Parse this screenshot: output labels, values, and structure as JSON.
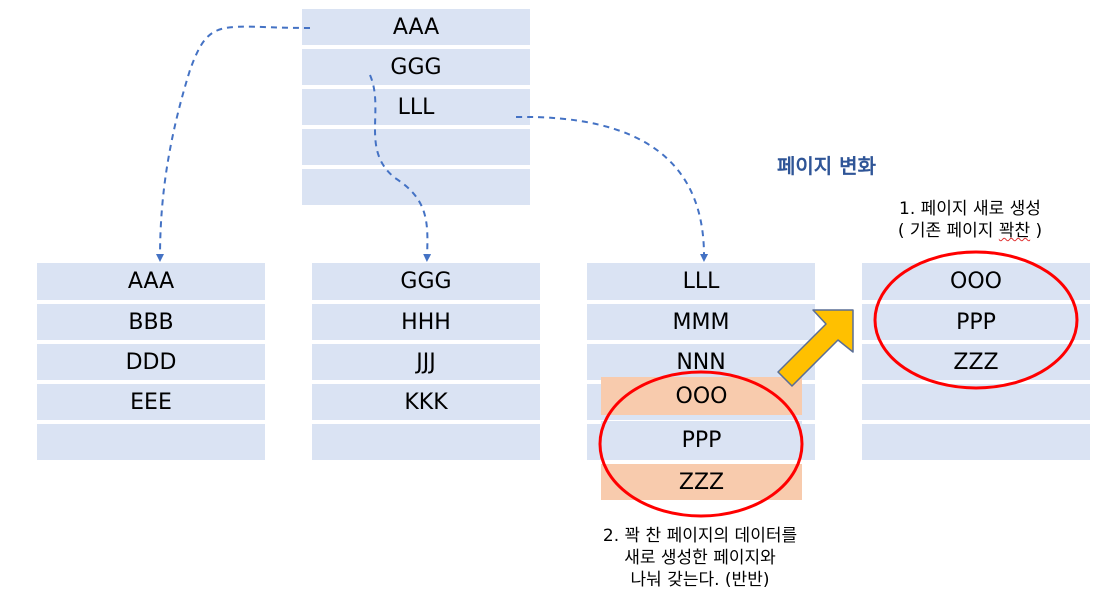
{
  "root_page": {
    "cells": [
      "AAA",
      "GGG",
      "LLL",
      "",
      ""
    ]
  },
  "leaf_pages": [
    {
      "cells": [
        "AAA",
        "BBB",
        "DDD",
        "EEE",
        ""
      ]
    },
    {
      "cells": [
        "GGG",
        "HHH",
        "JJJ",
        "KKK",
        ""
      ]
    },
    {
      "cells": [
        "LLL",
        "MMM",
        "NNN",
        "OOO",
        "PPP",
        "ZZZ"
      ]
    },
    {
      "cells": [
        "OOO",
        "PPP",
        "ZZZ",
        "",
        ""
      ]
    }
  ],
  "title": "페이지 변화",
  "note1": {
    "line1": "1.    페이지 새로 생성",
    "line2_pre": "( 기존 페이지 ",
    "line2_mark": "꽉찬",
    "line2_post": " )"
  },
  "note2": {
    "line1": "2. 꽉 찬 페이지의 데이터를",
    "line2": "새로 생성한 페이지와",
    "line3": "나눠 갖는다. (반반)"
  },
  "colors": {
    "cell": "#dae3f3",
    "highlight": "#f8cbad",
    "arrow": "#4472c4",
    "circle": "#ff0000",
    "block_arrow": "#ffc000",
    "title": "#2f5597"
  }
}
